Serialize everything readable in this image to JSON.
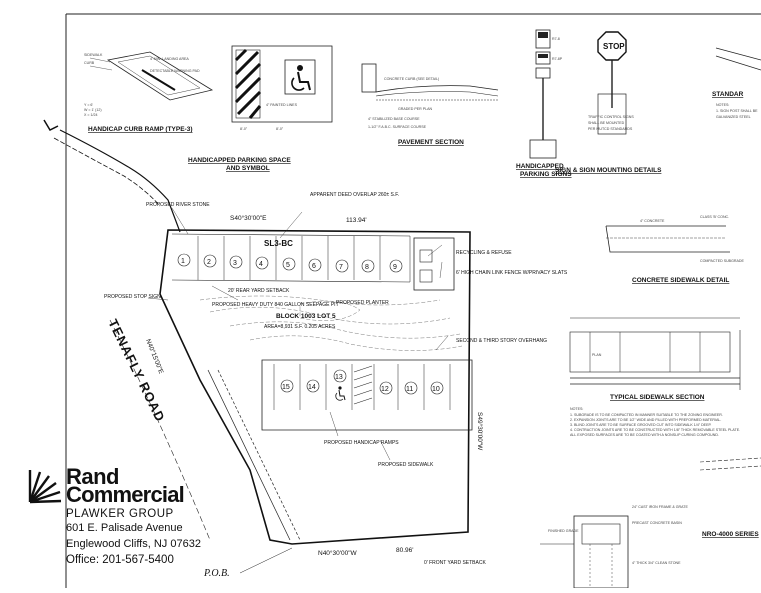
{
  "details": {
    "curb_ramp": "HANDICAP CURB RAMP (TYPE-3)",
    "parking_space": "HANDICAPPED PARKING SPACE AND SYMBOL",
    "pavement": "PAVEMENT SECTION",
    "parking_signs": "HANDICAPPED PARKING SIGNS",
    "sign_mounting": "SIGN & SIGN MOUNTING DETAILS",
    "standard": "STANDAR",
    "concrete_sidewalk": "CONCRETE SIDEWALK DETAIL",
    "typical_sidewalk": "TYPICAL SIDEWALK SECTION",
    "nro_series": "NRO-4000 SERIES",
    "stop_sign": "STOP"
  },
  "plan": {
    "bearing_top": "S40°30'00\"E",
    "dist_top": "113.94'",
    "bearing_left": "N40°15'00\"E",
    "bearing_bottom": "N40°30'00\"W",
    "dist_bottom": "80.96'",
    "bearing_right": "S49°30'00\"W",
    "road_name": "TENAFLY ROAD",
    "pob": "P.O.B.",
    "zone": "SL3-BC",
    "lot_info": "BLOCK 1003 LOT 5",
    "area": "AREA=8,931 S.F. 0.205 ACRES",
    "stalls_top": [
      "1",
      "2",
      "3",
      "4",
      "5",
      "6",
      "7",
      "8",
      "9"
    ],
    "stalls_bottom": [
      "15",
      "14",
      "13",
      "12",
      "11",
      "10"
    ],
    "notes": {
      "river_stone": "PROPOSED RIVER STONE",
      "stop_sign": "PROPOSED STOP SIGN",
      "seepage": "PROPOSED HEAVY DUTY 840 GALLON SEEPAGE PIT",
      "recycling": "RECYCLING & REFUSE",
      "fence": "6' HIGH CHAIN LINK FENCE W/PRIVACY SLATS",
      "second_story": "SECOND & THIRD STORY OVERHANG",
      "ramps": "PROPOSED HANDICAP RAMPS",
      "sidewalk": "PROPOSED SIDEWALK",
      "setback_rear": "20' REAR YARD SETBACK",
      "setback_front": "0' FRONT YARD SETBACK",
      "deed": "APPARENT DEED OVERLAP 260± S.F.",
      "planter": "PROPOSED PLANTER"
    }
  },
  "logo": {
    "line1": "Rand",
    "line2": "Commercial",
    "line3": "PLAWKER GROUP",
    "line4": "601 E. Palisade Avenue",
    "line5": "Englewood Cliffs, NJ 07632",
    "line6": "Office: 201-567-5400"
  }
}
